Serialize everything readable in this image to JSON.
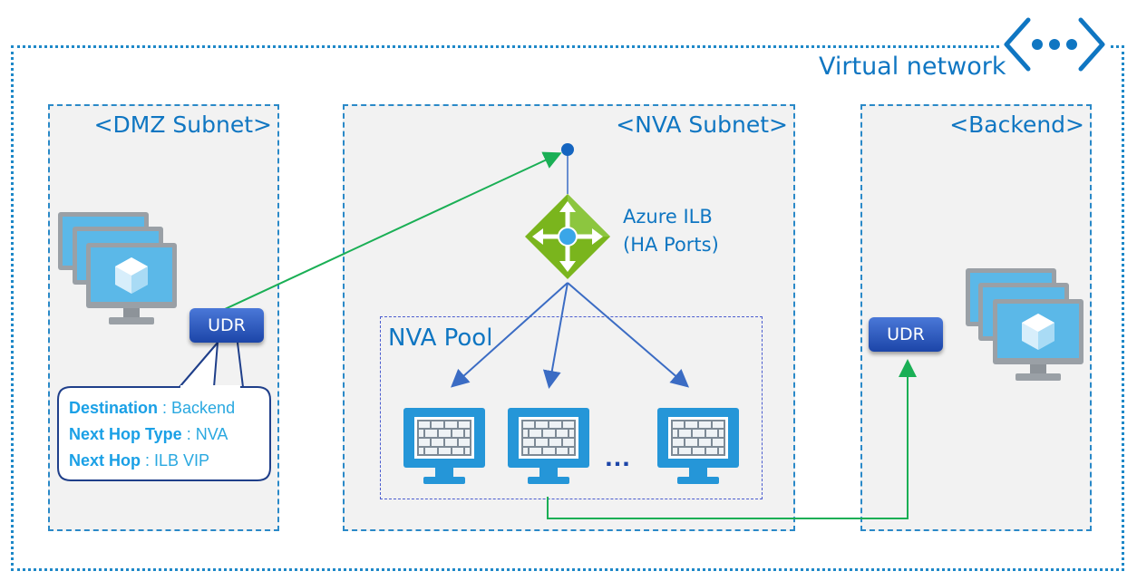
{
  "vnet": {
    "title": "Virtual network"
  },
  "subnets": {
    "dmz": {
      "label": "<DMZ Subnet>"
    },
    "nva": {
      "label": "<NVA Subnet>"
    },
    "backend": {
      "label": "<Backend>"
    }
  },
  "ilb": {
    "line1": "Azure ILB",
    "line2": "(HA Ports)"
  },
  "pool": {
    "label": "NVA Pool",
    "ellipsis": "…"
  },
  "udr": {
    "dmz_label": "UDR",
    "backend_label": "UDR"
  },
  "route": {
    "destination_key": "Destination",
    "destination_value": "Backend",
    "next_hop_type_key": "Next Hop Type",
    "next_hop_type_value": "NVA",
    "next_hop_key": "Next Hop",
    "next_hop_value": "ILB VIP"
  },
  "colors": {
    "accent_blue": "#0f76c2",
    "green_flow": "#1aaf55",
    "blue_arrow": "#3b6cc4",
    "ilb_green": "#7ab51d"
  }
}
